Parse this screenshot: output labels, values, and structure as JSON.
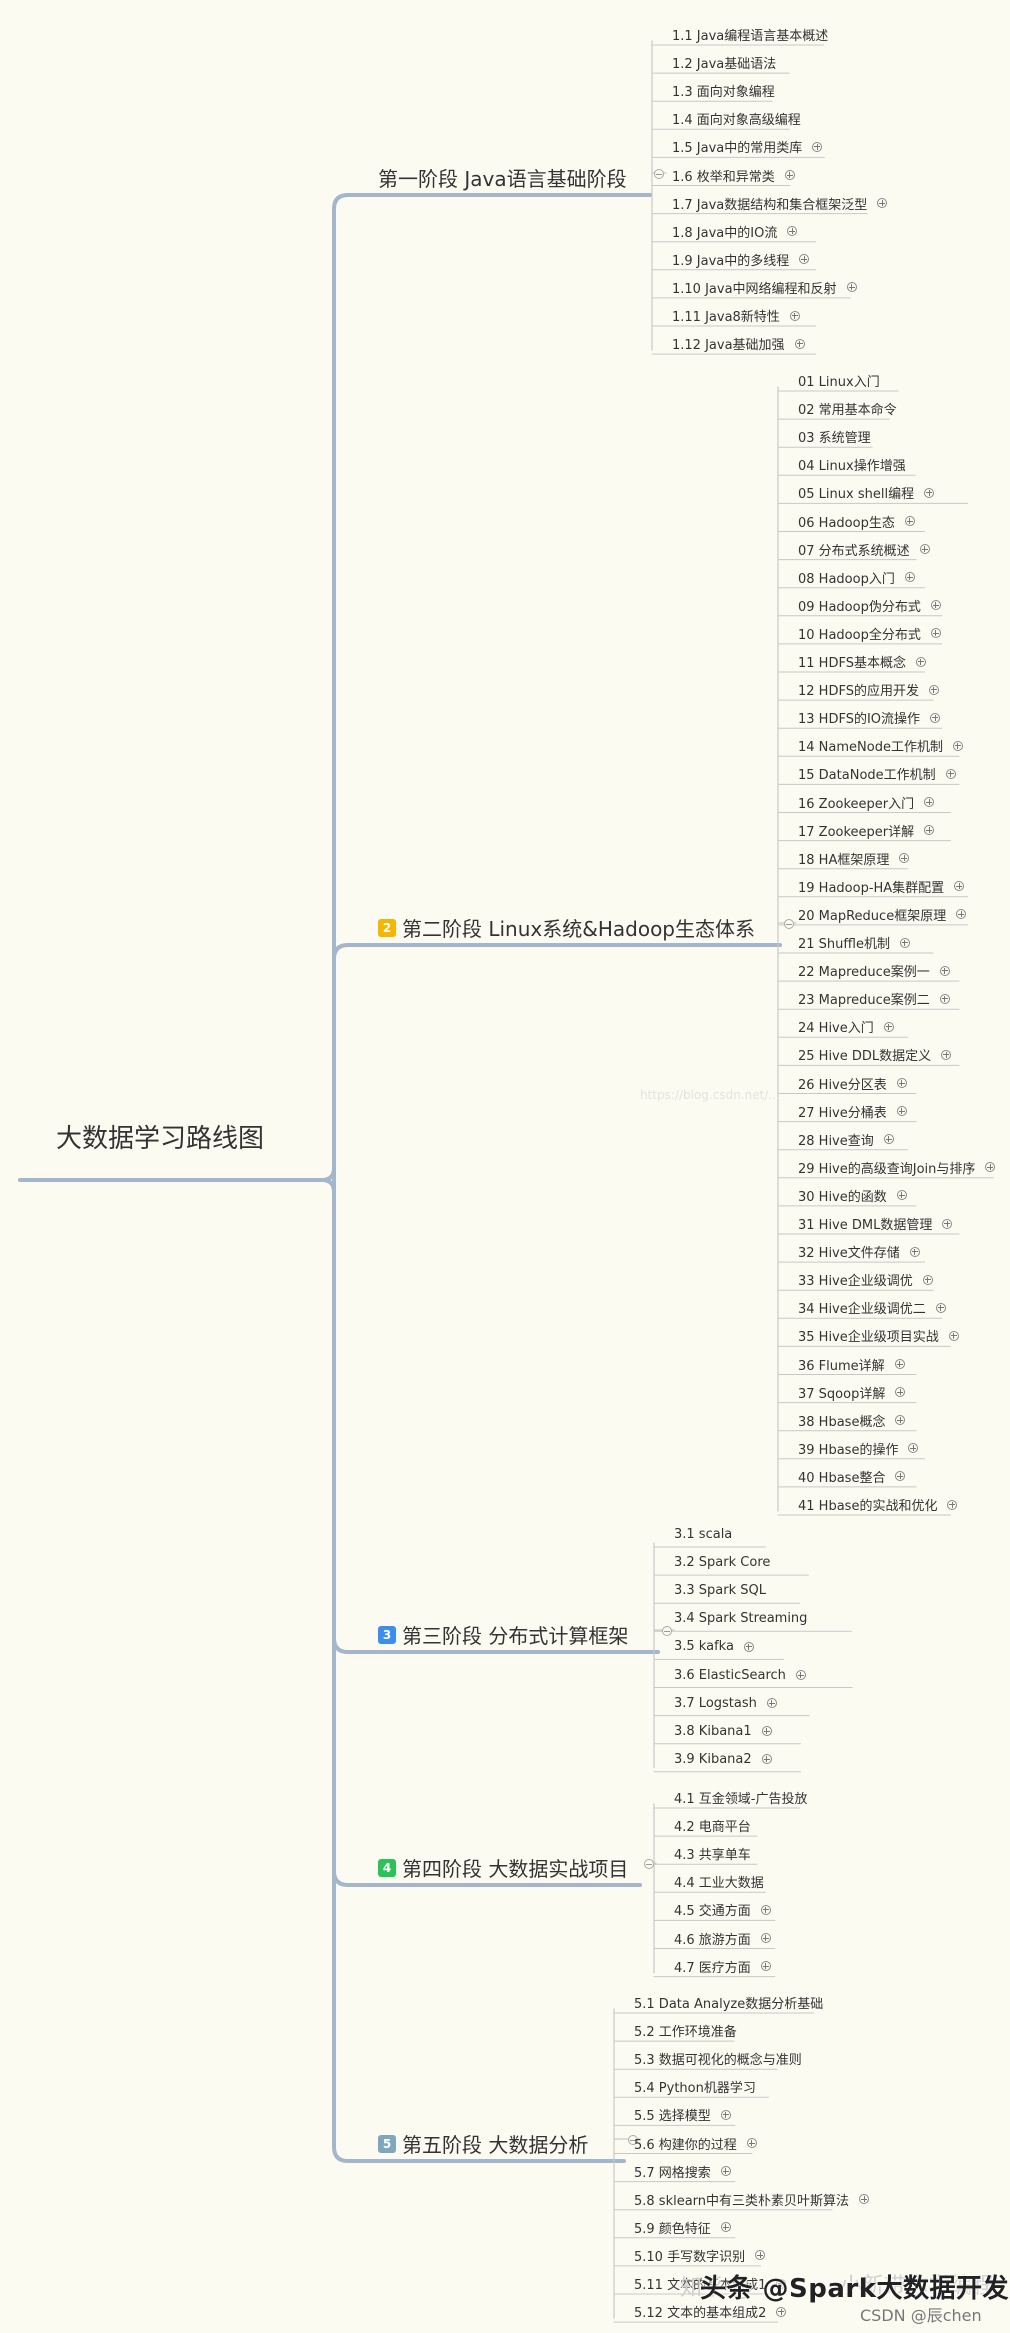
{
  "root": {
    "title": "大数据学习路线图"
  },
  "colors": {
    "branch": "#a4b6cc",
    "leaf_line": "#c8c8c8",
    "badge": [
      "#f6b500",
      "#f6b500",
      "#3e8ef0",
      "#2bc25a",
      "#7fa7bd"
    ]
  },
  "stages": [
    {
      "badge": "",
      "label": "第一阶段 Java语言基础阶段",
      "items": [
        {
          "text": "1.1 Java编程语言基本概述",
          "expand": false
        },
        {
          "text": "1.2 Java基础语法",
          "expand": false
        },
        {
          "text": "1.3 面向对象编程",
          "expand": false
        },
        {
          "text": "1.4 面向对象高级编程",
          "expand": false
        },
        {
          "text": "1.5 Java中的常用类库",
          "expand": true
        },
        {
          "text": "1.6 枚举和异常类",
          "expand": true
        },
        {
          "text": "1.7 Java数据结构和集合框架泛型",
          "expand": true
        },
        {
          "text": "1.8 Java中的IO流",
          "expand": true
        },
        {
          "text": "1.9 Java中的多线程",
          "expand": true
        },
        {
          "text": "1.10 Java中网络编程和反射",
          "expand": true
        },
        {
          "text": "1.11 Java8新特性",
          "expand": true
        },
        {
          "text": "1.12 Java基础加强",
          "expand": true
        }
      ]
    },
    {
      "badge": "2",
      "label": "第二阶段 Linux系统&Hadoop生态体系",
      "items": [
        {
          "text": "01 Linux入门",
          "expand": false
        },
        {
          "text": "02 常用基本命令",
          "expand": false
        },
        {
          "text": "03 系统管理",
          "expand": false
        },
        {
          "text": "04 Linux操作增强",
          "expand": false
        },
        {
          "text": "05 Linux shell编程",
          "expand": true
        },
        {
          "text": "06 Hadoop生态",
          "expand": true
        },
        {
          "text": "07 分布式系统概述",
          "expand": true
        },
        {
          "text": "08 Hadoop入门",
          "expand": true
        },
        {
          "text": "09 Hadoop伪分布式",
          "expand": true
        },
        {
          "text": "10 Hadoop全分布式",
          "expand": true
        },
        {
          "text": "11 HDFS基本概念",
          "expand": true
        },
        {
          "text": "12 HDFS的应用开发",
          "expand": true
        },
        {
          "text": "13 HDFS的IO流操作",
          "expand": true
        },
        {
          "text": "14 NameNode工作机制",
          "expand": true
        },
        {
          "text": "15 DataNode工作机制",
          "expand": true
        },
        {
          "text": "16 Zookeeper入门",
          "expand": true
        },
        {
          "text": "17 Zookeeper详解",
          "expand": true
        },
        {
          "text": "18 HA框架原理",
          "expand": true
        },
        {
          "text": "19 Hadoop-HA集群配置",
          "expand": true
        },
        {
          "text": "20 MapReduce框架原理",
          "expand": true
        },
        {
          "text": "21 Shuffle机制",
          "expand": true
        },
        {
          "text": "22 Mapreduce案例一",
          "expand": true
        },
        {
          "text": "23 Mapreduce案例二",
          "expand": true
        },
        {
          "text": "24 Hive入门",
          "expand": true
        },
        {
          "text": "25 Hive DDL数据定义",
          "expand": true
        },
        {
          "text": "26 Hive分区表",
          "expand": true
        },
        {
          "text": "27 Hive分桶表",
          "expand": true
        },
        {
          "text": "28 Hive查询",
          "expand": true
        },
        {
          "text": "29 Hive的高级查询Join与排序",
          "expand": true
        },
        {
          "text": "30 Hive的函数",
          "expand": true
        },
        {
          "text": "31 Hive DML数据管理",
          "expand": true
        },
        {
          "text": "32 Hive文件存储",
          "expand": true
        },
        {
          "text": "33 Hive企业级调优",
          "expand": true
        },
        {
          "text": "34 Hive企业级调优二",
          "expand": true
        },
        {
          "text": "35 Hive企业级项目实战",
          "expand": true
        },
        {
          "text": "36 Flume详解",
          "expand": true
        },
        {
          "text": "37 Sqoop详解",
          "expand": true
        },
        {
          "text": "38 Hbase概念",
          "expand": true
        },
        {
          "text": "39 Hbase的操作",
          "expand": true
        },
        {
          "text": "40 Hbase整合",
          "expand": true
        },
        {
          "text": "41 Hbase的实战和优化",
          "expand": true
        }
      ]
    },
    {
      "badge": "3",
      "label": "第三阶段 分布式计算框架",
      "items": [
        {
          "text": "3.1 scala",
          "expand": false
        },
        {
          "text": "3.2 Spark Core",
          "expand": false
        },
        {
          "text": "3.3 Spark SQL",
          "expand": false
        },
        {
          "text": "3.4 Spark Streaming",
          "expand": false
        },
        {
          "text": "3.5 kafka",
          "expand": true
        },
        {
          "text": "3.6 ElasticSearch",
          "expand": true
        },
        {
          "text": "3.7 Logstash",
          "expand": true
        },
        {
          "text": "3.8 Kibana1",
          "expand": true
        },
        {
          "text": "3.9 Kibana2",
          "expand": true
        }
      ]
    },
    {
      "badge": "4",
      "label": "第四阶段 大数据实战项目",
      "items": [
        {
          "text": "4.1 互金领域-广告投放",
          "expand": false
        },
        {
          "text": "4.2 电商平台",
          "expand": false
        },
        {
          "text": "4.3 共享单车",
          "expand": false
        },
        {
          "text": "4.4 工业大数据",
          "expand": false
        },
        {
          "text": "4.5 交通方面",
          "expand": true
        },
        {
          "text": "4.6 旅游方面",
          "expand": true
        },
        {
          "text": "4.7 医疗方面",
          "expand": true
        }
      ]
    },
    {
      "badge": "5",
      "label": "第五阶段 大数据分析",
      "items": [
        {
          "text": "5.1 Data Analyze数据分析基础",
          "expand": false
        },
        {
          "text": "5.2 工作环境准备",
          "expand": false
        },
        {
          "text": "5.3 数据可视化的概念与准则",
          "expand": false
        },
        {
          "text": "5.4 Python机器学习",
          "expand": false
        },
        {
          "text": "5.5 选择模型",
          "expand": true
        },
        {
          "text": "5.6 构建你的过程",
          "expand": true
        },
        {
          "text": "5.7 网格搜索",
          "expand": true
        },
        {
          "text": "5.8 sklearn中有三类朴素贝叶斯算法",
          "expand": true
        },
        {
          "text": "5.9 颜色特征",
          "expand": true
        },
        {
          "text": "5.10 手写数字识别",
          "expand": true
        },
        {
          "text": "5.11 文本的基本组成1",
          "expand": true
        },
        {
          "text": "5.12 文本的基本组成2",
          "expand": true
        }
      ]
    }
  ],
  "watermarks": {
    "main": "头条 @Spark大数据开发",
    "sub": "CSDN @辰chen",
    "faint1": "知乎 @",
    "faint2": "小新带你学编程",
    "faint3": "https://blog.csdn.net/..."
  }
}
